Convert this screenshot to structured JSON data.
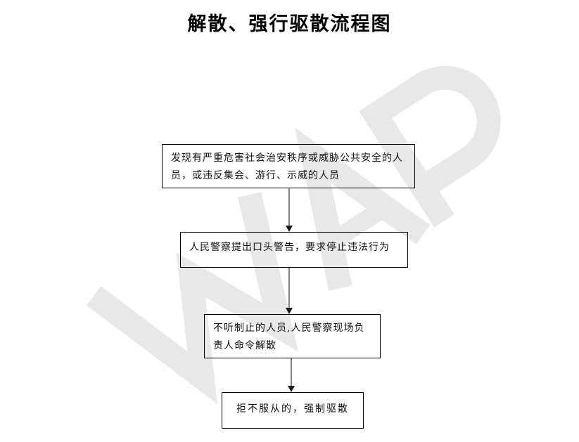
{
  "page": {
    "title": "解散、强行驱散流程图",
    "background_color": "#ffffff",
    "text_color": "#111111",
    "border_color": "#000000",
    "connector_color": "#808080",
    "arrowhead_color": "#1a1a1a",
    "watermark_color": "#e8e8e8"
  },
  "flowchart": {
    "type": "flowchart",
    "orientation": "vertical-top-down",
    "nodes": [
      {
        "id": "node-1",
        "shape": "rectangle",
        "text": "发现有严重危害社会治安秩序或威胁公共安全的人员，或违反集会、游行、示威的人员",
        "align": "left"
      },
      {
        "id": "node-2",
        "shape": "rectangle",
        "text": "人民警察提出口头警告，要求停止违法行为",
        "align": "left"
      },
      {
        "id": "node-3",
        "shape": "rectangle",
        "text": "不听制止的人员,人民警察现场负责人命令解散",
        "align": "left"
      },
      {
        "id": "node-4",
        "shape": "rectangle",
        "text": "拒不服从的，强制驱散",
        "align": "center"
      }
    ],
    "edges": [
      {
        "id": "edge-1",
        "from": "node-1",
        "to": "node-2",
        "style": "arrow-down"
      },
      {
        "id": "edge-2",
        "from": "node-2",
        "to": "node-3",
        "style": "arrow-down"
      },
      {
        "id": "edge-3",
        "from": "node-3",
        "to": "node-4",
        "style": "arrow-down"
      }
    ]
  },
  "watermark": {
    "name": "wps-logo-watermark",
    "visible": true
  }
}
